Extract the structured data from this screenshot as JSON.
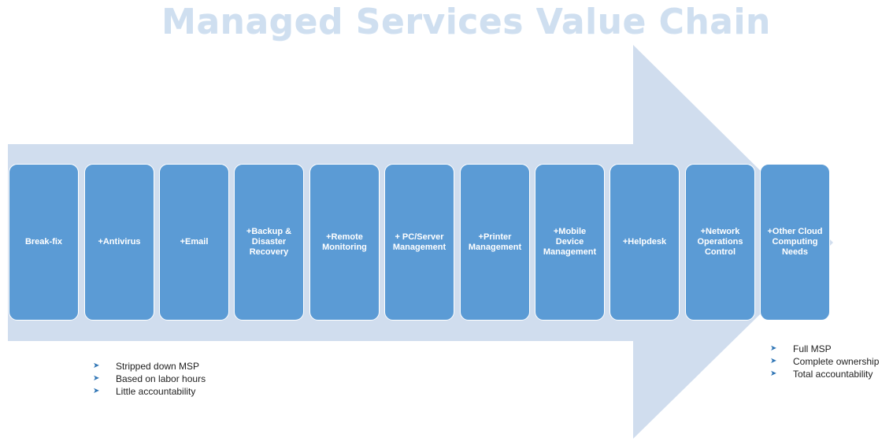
{
  "title": "Managed Services Value Chain",
  "colors": {
    "box": "#5b9bd5",
    "arrow": "#d0ddee",
    "title": "#cfdff0",
    "bullet": "#2f75b5"
  },
  "bullet_icon": "chevron-right-icon",
  "steps": [
    {
      "label": "Break-fix"
    },
    {
      "label": "+Antivirus"
    },
    {
      "label": "+Email"
    },
    {
      "label": "+Backup &\nDisaster\nRecovery"
    },
    {
      "label": "+Remote\nMonitoring"
    },
    {
      "label": "+ PC/Server\nManagement"
    },
    {
      "label": "+Printer\nManagement"
    },
    {
      "label": "+Mobile\nDevice\nManagement"
    },
    {
      "label": "+Helpdesk"
    },
    {
      "label": "+Network\nOperations\nControl"
    },
    {
      "label": "+Other Cloud\nComputing\nNeeds"
    }
  ],
  "left_notes": [
    "Stripped down  MSP",
    "Based on labor hours",
    "Little accountability"
  ],
  "right_notes": [
    "Full MSP",
    "Complete  ownership",
    "Total accountability"
  ]
}
